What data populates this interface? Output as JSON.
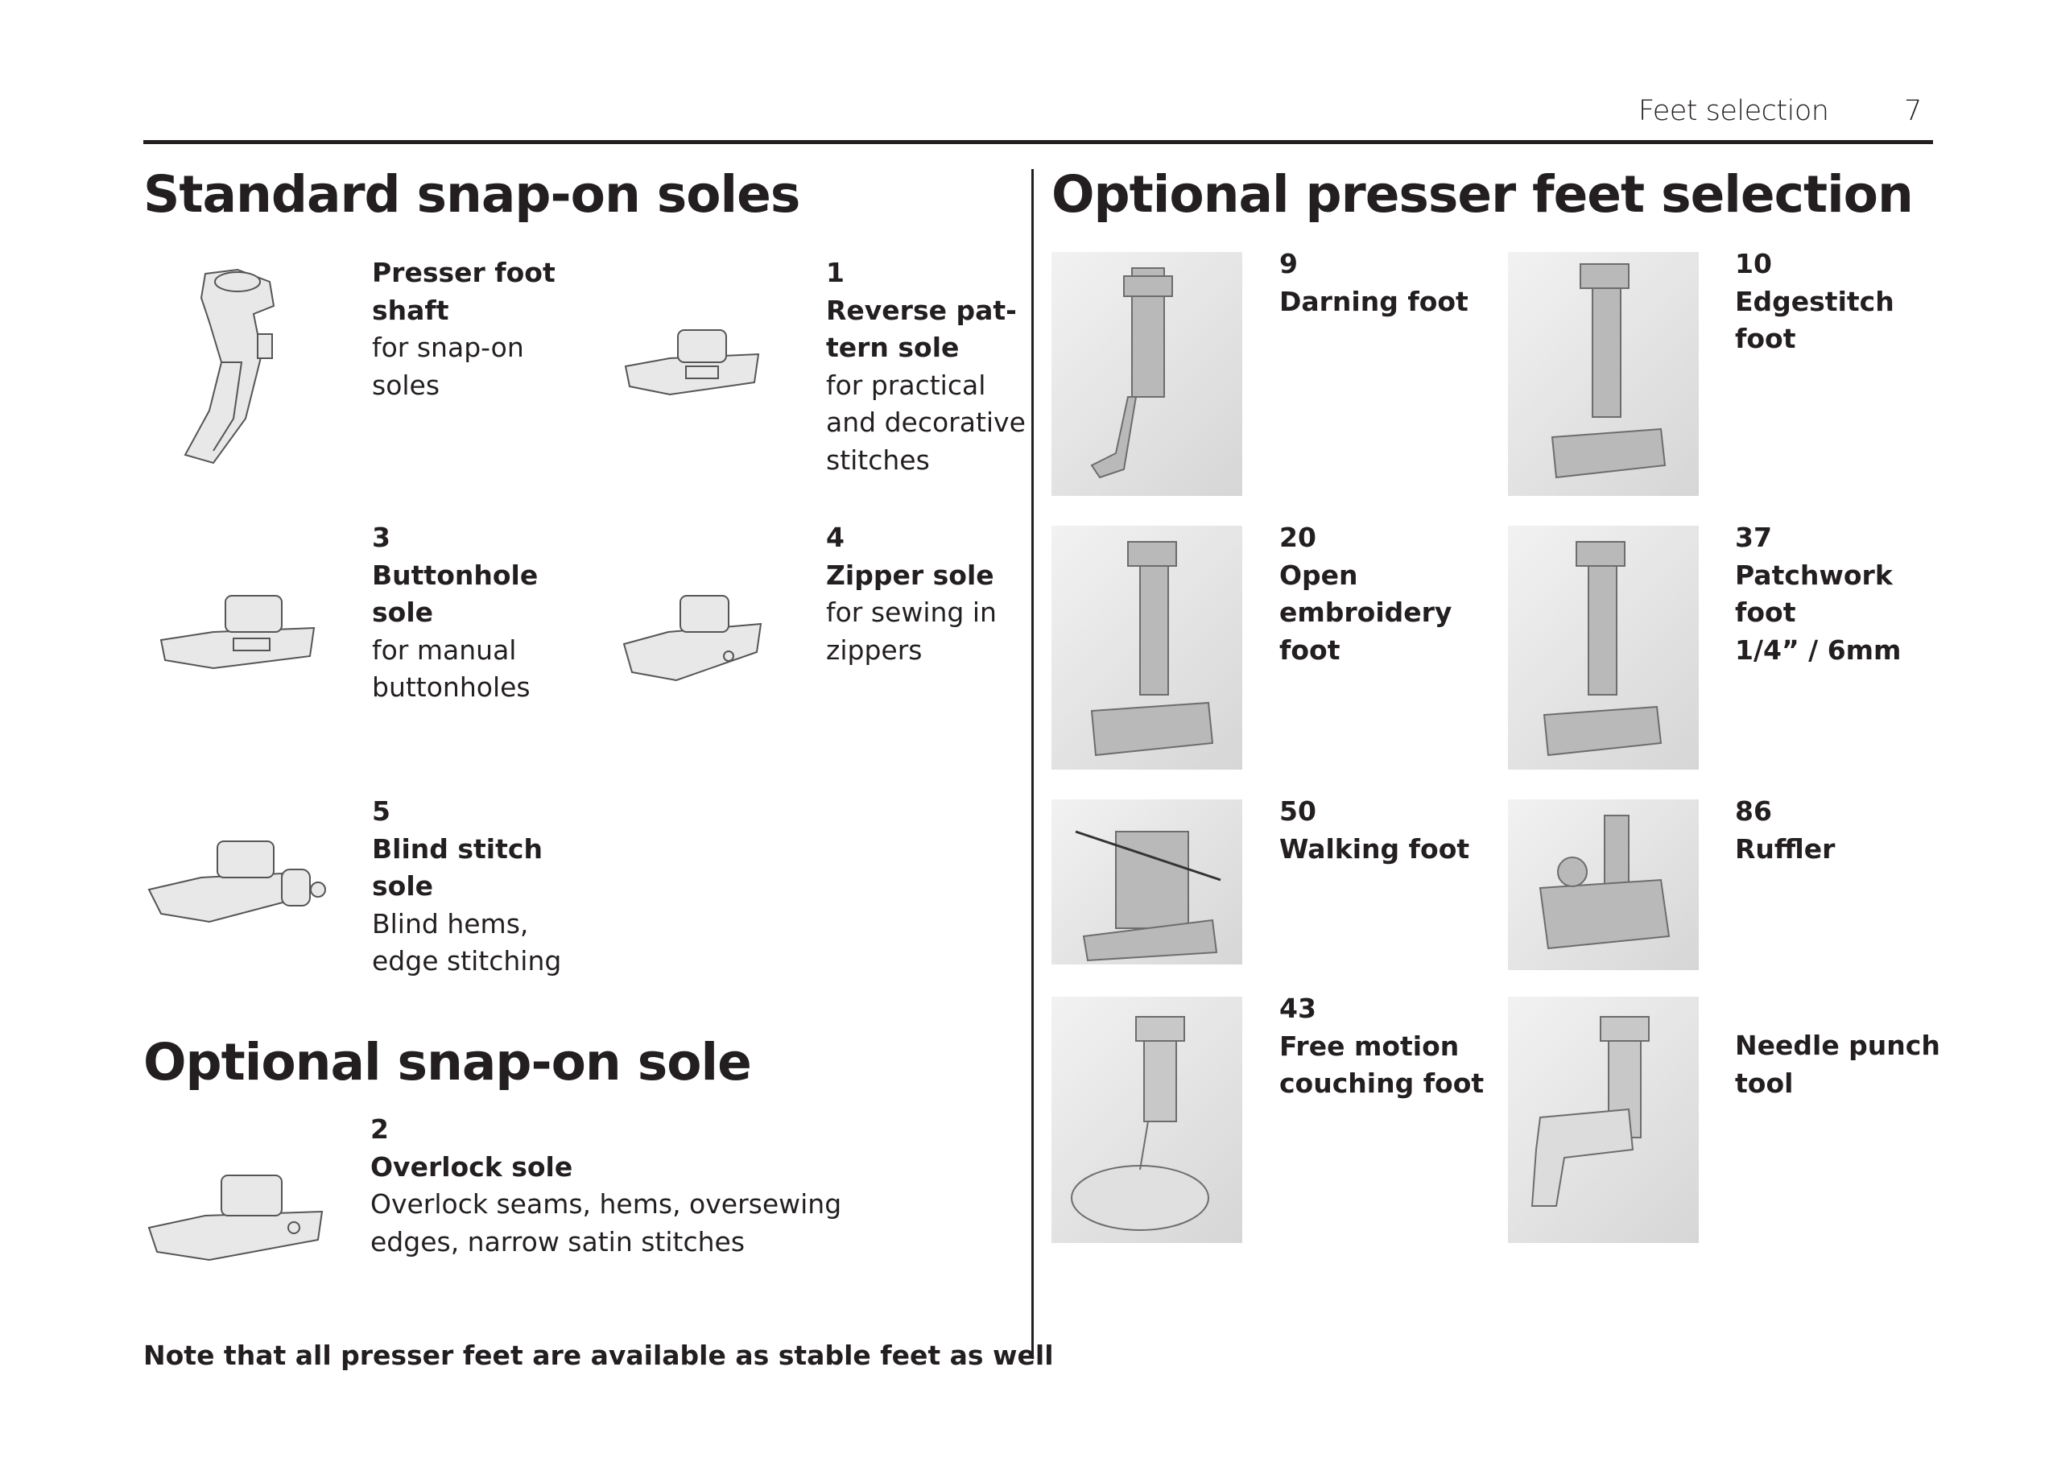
{
  "header": {
    "section_title": "Feet selection",
    "page_number": "7"
  },
  "standard": {
    "title": "Standard snap-on soles",
    "items": [
      {
        "num": "",
        "name_lines": [
          "Presser foot",
          "shaft"
        ],
        "desc_lines": [
          "for snap-on",
          "soles"
        ],
        "icon": "presser-foot-shaft-illustration"
      },
      {
        "num": "1",
        "name_lines": [
          "Reverse pat-",
          "tern sole"
        ],
        "desc_lines": [
          "for practical",
          "and decorative",
          "stitches"
        ],
        "icon": "reverse-pattern-sole-illustration"
      },
      {
        "num": "3",
        "name_lines": [
          "Buttonhole",
          "sole"
        ],
        "desc_lines": [
          "for manual",
          "buttonholes"
        ],
        "icon": "buttonhole-sole-illustration"
      },
      {
        "num": "4",
        "name_lines": [
          "Zipper sole"
        ],
        "desc_lines": [
          "for sewing in",
          "zippers"
        ],
        "icon": "zipper-sole-illustration"
      },
      {
        "num": "5",
        "name_lines": [
          "Blind stitch",
          "sole"
        ],
        "desc_lines": [
          "Blind hems,",
          "edge stitching"
        ],
        "icon": "blind-stitch-sole-illustration"
      }
    ]
  },
  "optional_sole": {
    "title": "Optional snap-on sole",
    "item": {
      "num": "2",
      "name_lines": [
        "Overlock sole"
      ],
      "desc_lines": [
        "Overlock seams, hems, oversewing",
        "edges, narrow satin stitches"
      ],
      "icon": "overlock-sole-illustration"
    }
  },
  "optional_feet": {
    "title": "Optional presser feet selection",
    "items": [
      {
        "num": "9",
        "name_lines": [
          "Darning foot"
        ]
      },
      {
        "num": "10",
        "name_lines": [
          "Edgestitch",
          "foot"
        ]
      },
      {
        "num": "20",
        "name_lines": [
          "Open",
          "embroidery",
          "foot"
        ]
      },
      {
        "num": "37",
        "name_lines": [
          "Patchwork",
          "foot",
          "1/4” / 6mm"
        ]
      },
      {
        "num": "50",
        "name_lines": [
          "Walking foot"
        ]
      },
      {
        "num": "86",
        "name_lines": [
          "Ruffler"
        ]
      },
      {
        "num": "43",
        "name_lines": [
          "Free motion",
          "couching foot"
        ]
      },
      {
        "num": "",
        "name_lines": [
          "Needle punch",
          "tool"
        ]
      }
    ]
  },
  "note": "Note that all presser feet are available as stable feet as well"
}
